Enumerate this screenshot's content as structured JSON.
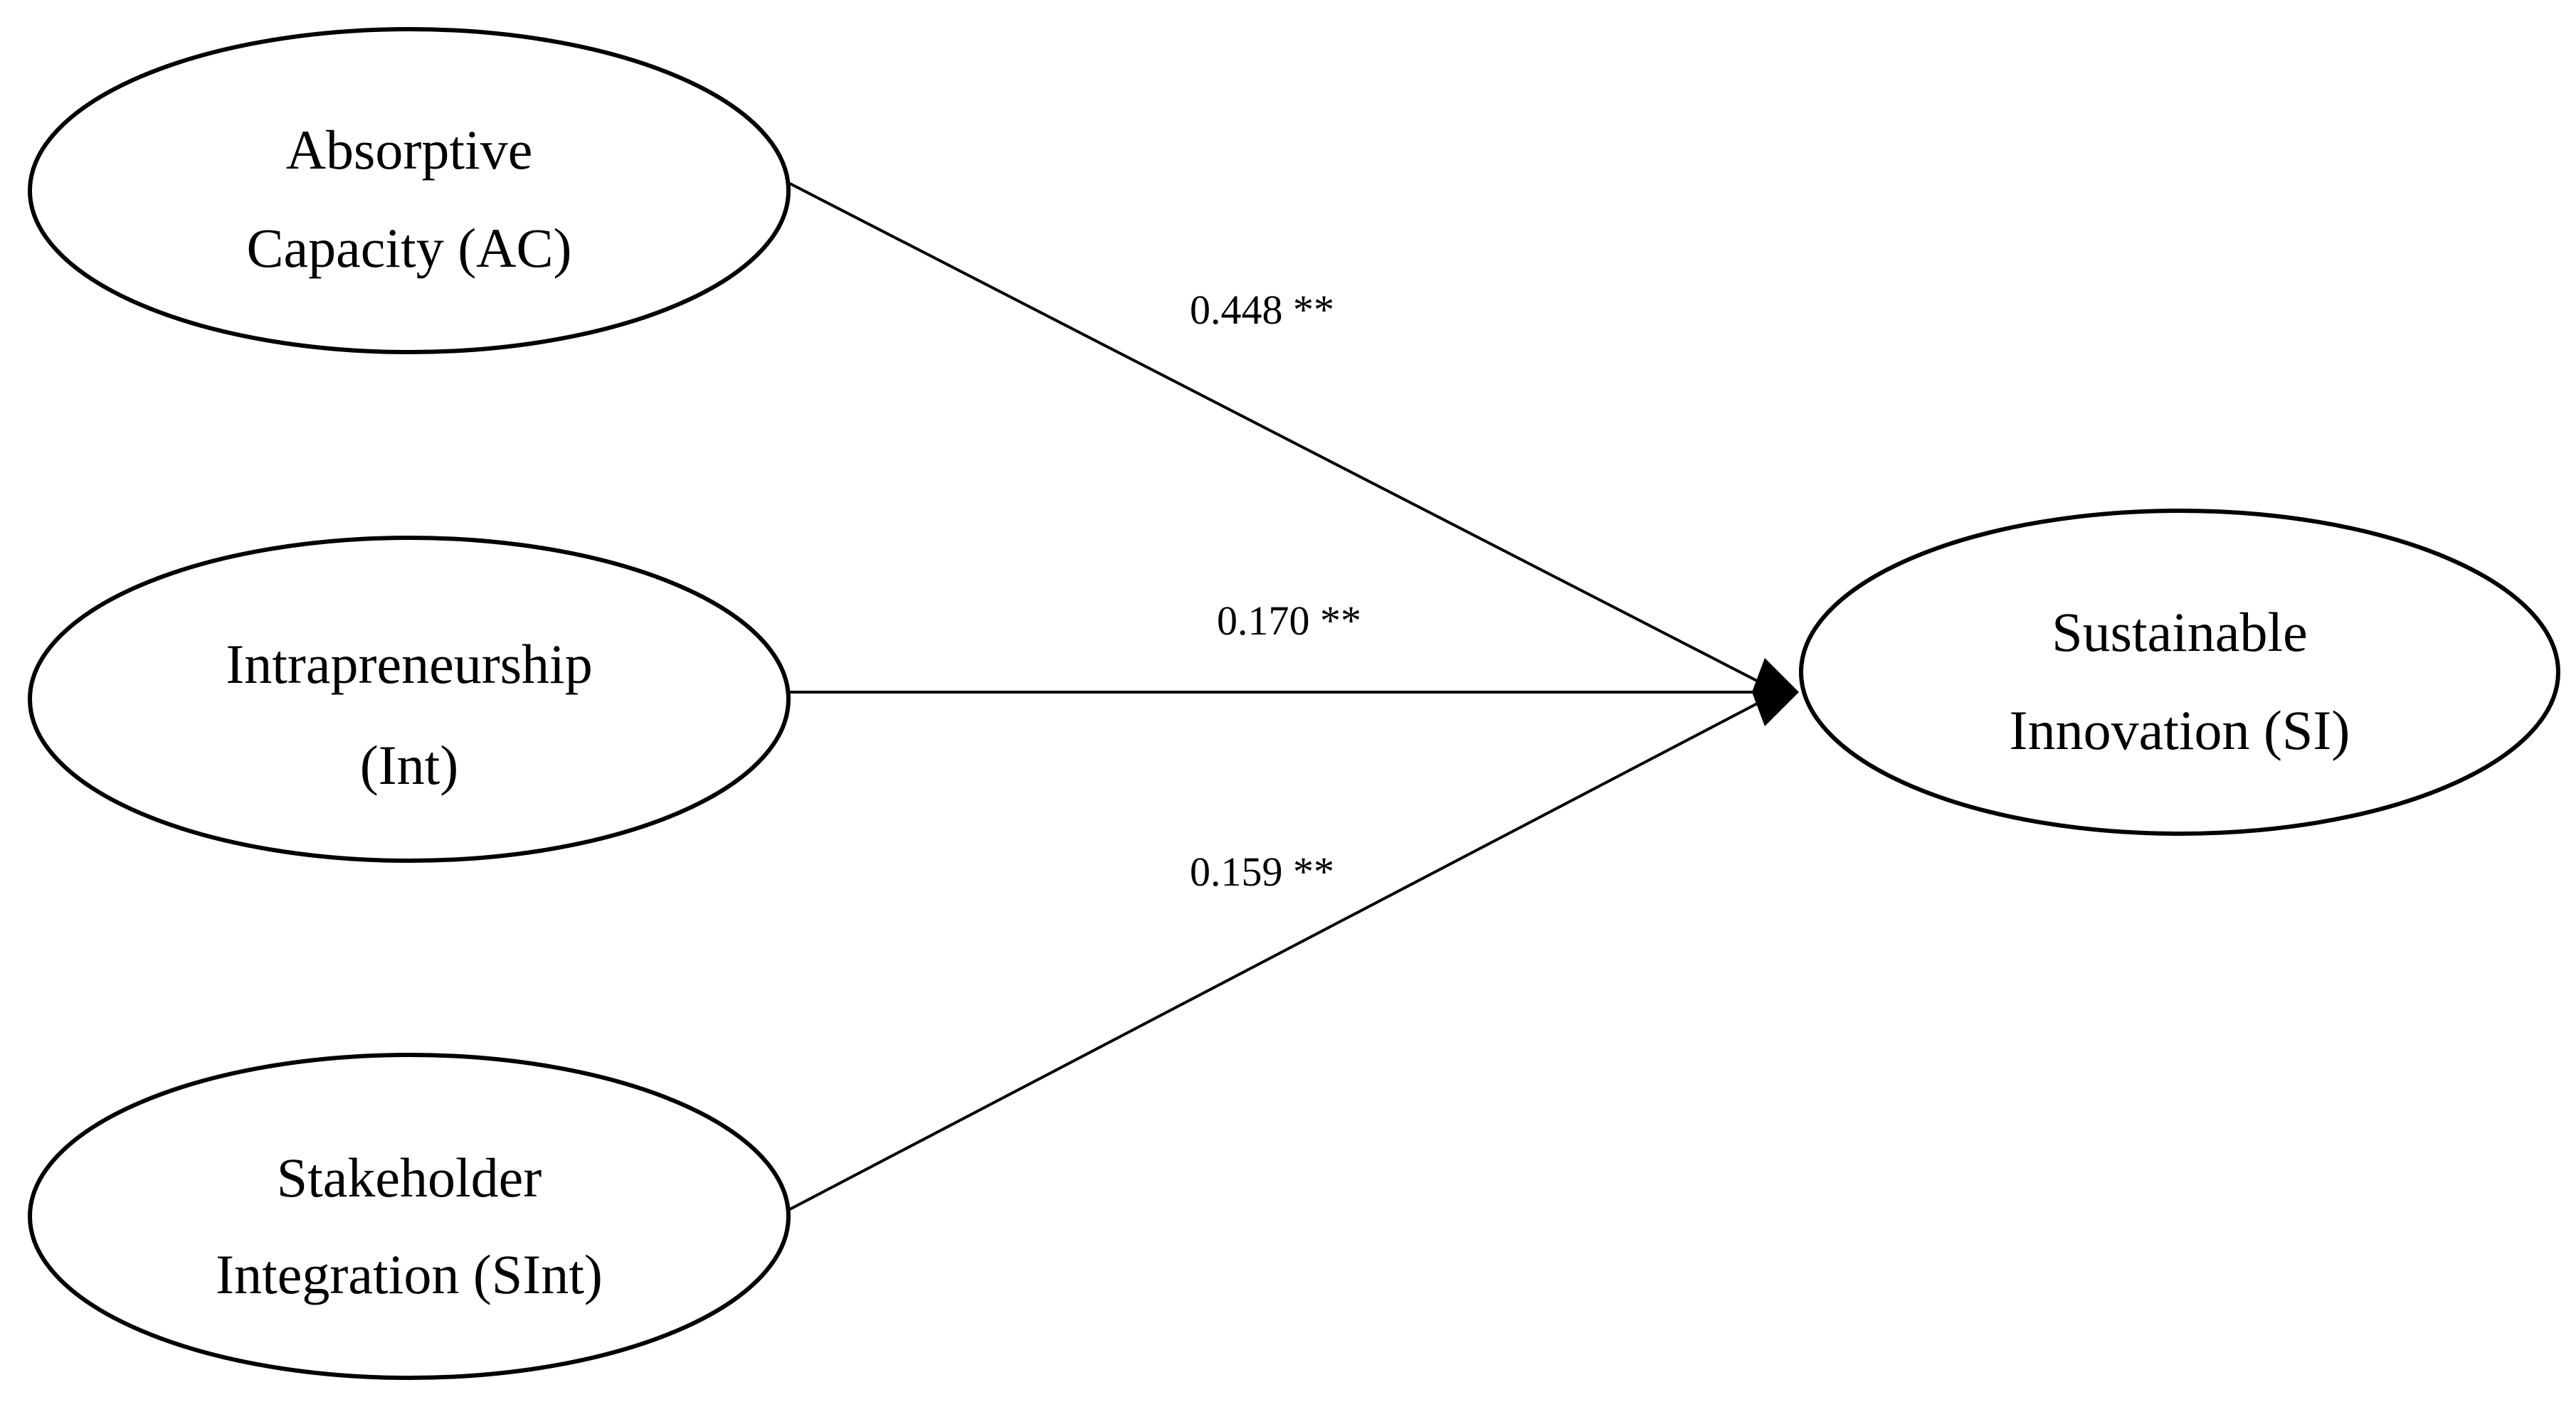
{
  "diagram": {
    "nodes": {
      "ac": {
        "line1": "Absorptive",
        "line2": "Capacity (AC)"
      },
      "int": {
        "line1": "Intrapreneurship",
        "line2": "(Int)"
      },
      "sint": {
        "line1": "Stakeholder",
        "line2": "Integration (SInt)"
      },
      "si": {
        "line1": "Sustainable",
        "line2": "Innovation (SI)"
      }
    },
    "paths": {
      "ac_si": {
        "label": "0.448 **"
      },
      "int_si": {
        "label": "0.170 **"
      },
      "sint_si": {
        "label": "0.159 **"
      }
    }
  }
}
